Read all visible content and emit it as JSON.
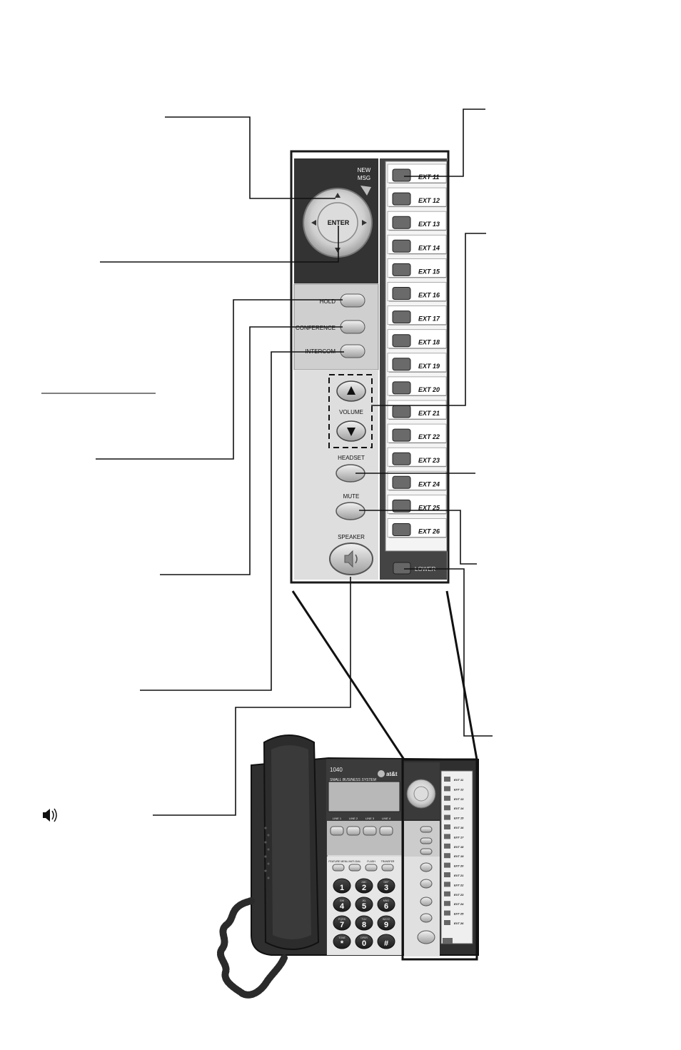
{
  "panel": {
    "new_msg_line1": "NEW",
    "new_msg_line2": "MSG",
    "enter_label": "ENTER",
    "hold_label": "HOLD",
    "conference_label": "CONFERENCE",
    "intercom_label": "INTERCOM",
    "volume_label": "VOLUME",
    "headset_label": "HEADSET",
    "mute_label": "MUTE",
    "speaker_label": "SPEAKER",
    "lower_label": "LOWER",
    "extensions": [
      "EXT 11",
      "EXT 12",
      "EXT 13",
      "EXT 14",
      "EXT 15",
      "EXT 16",
      "EXT 17",
      "EXT 18",
      "EXT 19",
      "EXT 20",
      "EXT 21",
      "EXT 22",
      "EXT 23",
      "EXT 24",
      "EXT 25",
      "EXT 26"
    ]
  },
  "phone": {
    "model": "1040",
    "system_name": "SMALL BUSINESS SYSTEM",
    "brand": "at&t",
    "line_labels": [
      "LINE 1",
      "LINE 2",
      "LINE 3",
      "LINE 4"
    ],
    "function_keys": [
      "FEATURE MENU",
      "ANTI-DIAL",
      "FLASH",
      "TRANSFER"
    ],
    "keypad": [
      {
        "num": "1",
        "sub": ""
      },
      {
        "num": "2",
        "sub": "ABC"
      },
      {
        "num": "3",
        "sub": "DEF"
      },
      {
        "num": "4",
        "sub": "GHI"
      },
      {
        "num": "5",
        "sub": "JKL"
      },
      {
        "num": "6",
        "sub": "MNO"
      },
      {
        "num": "7",
        "sub": "PQRS"
      },
      {
        "num": "8",
        "sub": "TUV"
      },
      {
        "num": "9",
        "sub": "WXYZ"
      },
      {
        "num": "*",
        "sub": "TONE"
      },
      {
        "num": "0",
        "sub": "OPER"
      },
      {
        "num": "#",
        "sub": ""
      }
    ]
  },
  "icons": [
    "speaker-icon",
    "up-arrow-icon",
    "down-arrow-icon",
    "left-arrow-icon",
    "right-arrow-icon"
  ]
}
